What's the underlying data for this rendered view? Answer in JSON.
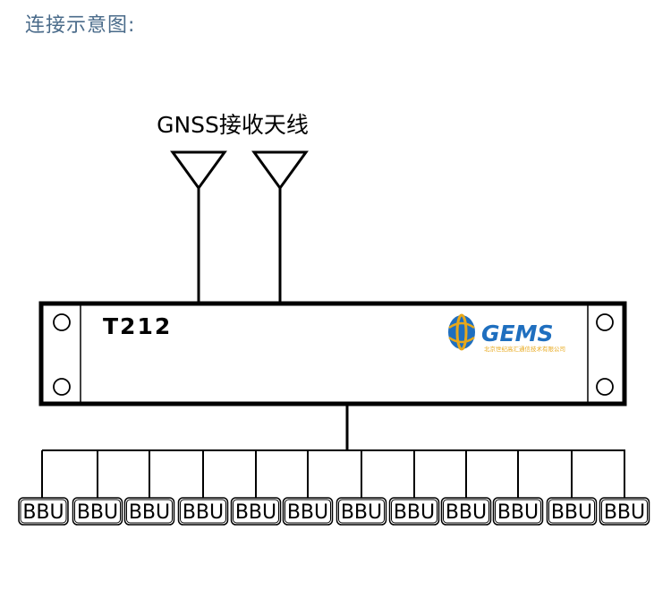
{
  "heading": "连接示意图:",
  "antenna_label": "GNSS接收天线",
  "device": {
    "model": "T212",
    "logo_text": "GEMS",
    "logo_subtext": "北京世纪高汇通信技术有限公司"
  },
  "bbu_units": [
    "BBU",
    "BBU",
    "BBU",
    "BBU",
    "BBU",
    "BBU",
    "BBU",
    "BBU",
    "BBU",
    "BBU",
    "BBU",
    "BBU"
  ],
  "colors": {
    "heading": "#4a6b8a",
    "line": "#000000",
    "logo_blue": "#1f6fbf",
    "logo_gold": "#e8a81a"
  }
}
